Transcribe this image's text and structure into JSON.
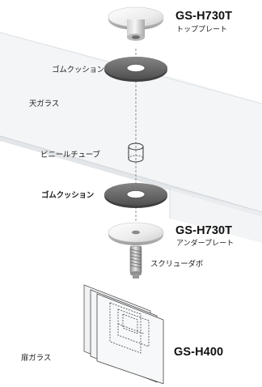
{
  "parts": {
    "top_plate": {
      "model": "GS-H730T",
      "name": "トッププレート"
    },
    "upper_cushion": {
      "name": "ゴムクッション"
    },
    "top_glass": {
      "name": "天ガラス"
    },
    "vinyl_tube": {
      "name": "ビニールチューブ"
    },
    "lower_cushion": {
      "name": "ゴムクッション"
    },
    "under_plate": {
      "model": "GS-H730T",
      "name": "アンダープレート"
    },
    "screw": {
      "name": "スクリューダボ"
    },
    "door_glass": {
      "name": "扉ガラス"
    },
    "bracket": {
      "model": "GS-H400"
    }
  },
  "colors": {
    "glass_fill": "#eef0f2",
    "glass_edge": "#c9ced3",
    "cushion": "#6f6f6f",
    "plate_light": "#f4f4f4",
    "plate_shadow": "#bdbdbd",
    "screw": "#a9a9a9",
    "text": "#222222"
  }
}
